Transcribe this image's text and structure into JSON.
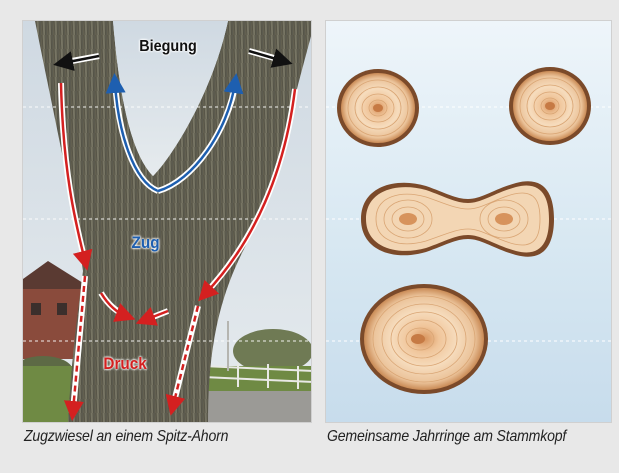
{
  "left_panel": {
    "labels": {
      "bending": "Biegung",
      "tension": "Zug",
      "compression": "Druck"
    },
    "colors": {
      "tension_arrow": "#1e5fb0",
      "compression_arrow": "#d42020",
      "bending_arrow": "#111111"
    },
    "caption": "Zugzwiesel an einem Spitz-Ahorn"
  },
  "right_panel": {
    "caption": "Gemeinsame Jahrringe am Stammkopf"
  }
}
